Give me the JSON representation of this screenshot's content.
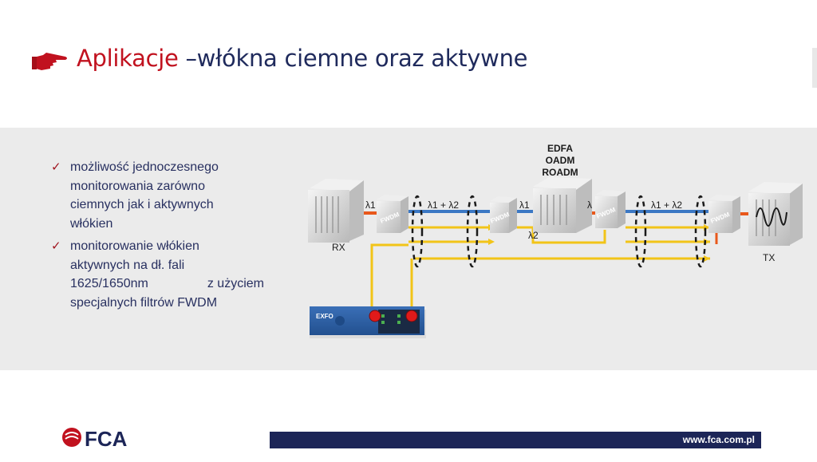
{
  "slide": {
    "title_accent": "Aplikacje",
    "title_rest": " –włókna ciemne oraz aktywne",
    "hand_icon": "pointing-hand-icon",
    "check_icon": "checkmark-icon",
    "colors": {
      "accent": "#c1121f",
      "navy": "#1f2a5c",
      "fiber_blue": "#3b78c4",
      "fiber_orange": "#e8581b",
      "fiber_yellow": "#f2c418",
      "band": "#ebebeb"
    }
  },
  "bullets": [
    {
      "line1": "możliwość jednoczesnego",
      "line2": "monitorowania zarówno",
      "line3": "ciemnych jak i aktywnych",
      "line4": "włókien"
    },
    {
      "line1": "monitorowanie włókien",
      "line2": "aktywnych na dł. fali",
      "line3a": "1625/1650nm",
      "line3b": "z użyciem",
      "line4": "specjalnych filtrów FWDM"
    }
  ],
  "diagram": {
    "rx_label": "RX",
    "tx_label": "TX",
    "node_label_1": "EDFA",
    "node_label_2": "OADM",
    "node_label_3": "ROADM",
    "fwdm_label": "FWDM",
    "lambda1": "λ1",
    "lambda2": "λ2",
    "lambda": "λ",
    "lambda_sum": "λ1 + λ2",
    "otdr_brand": "EXFO"
  },
  "footer": {
    "brand": "FCA",
    "url": "www.fca.com.pl"
  }
}
